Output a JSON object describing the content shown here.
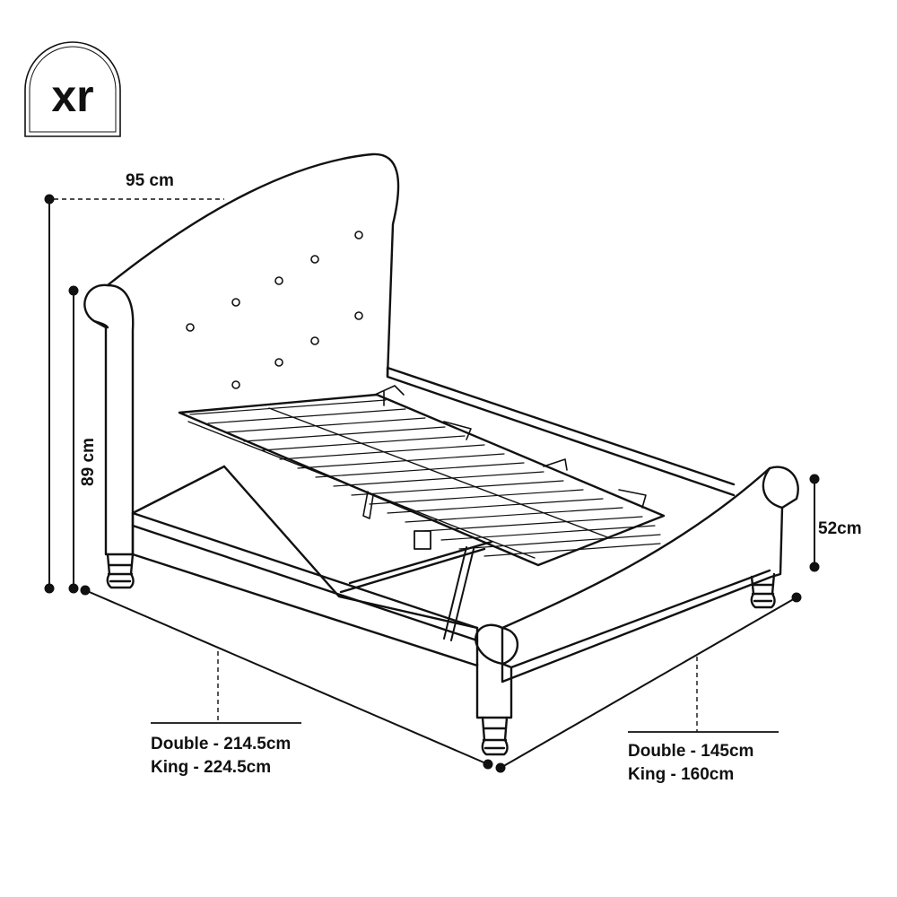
{
  "logo": {
    "text": "xr"
  },
  "dimensions": {
    "headboard_depth": "95 cm",
    "headboard_height": "89 cm",
    "footboard_height": "52cm",
    "length": [
      "Double - 214.5cm",
      "King - 224.5cm"
    ],
    "width": [
      "Double - 145cm",
      "King - 160cm"
    ]
  },
  "colors": {
    "line": "#111111",
    "background": "#ffffff"
  }
}
